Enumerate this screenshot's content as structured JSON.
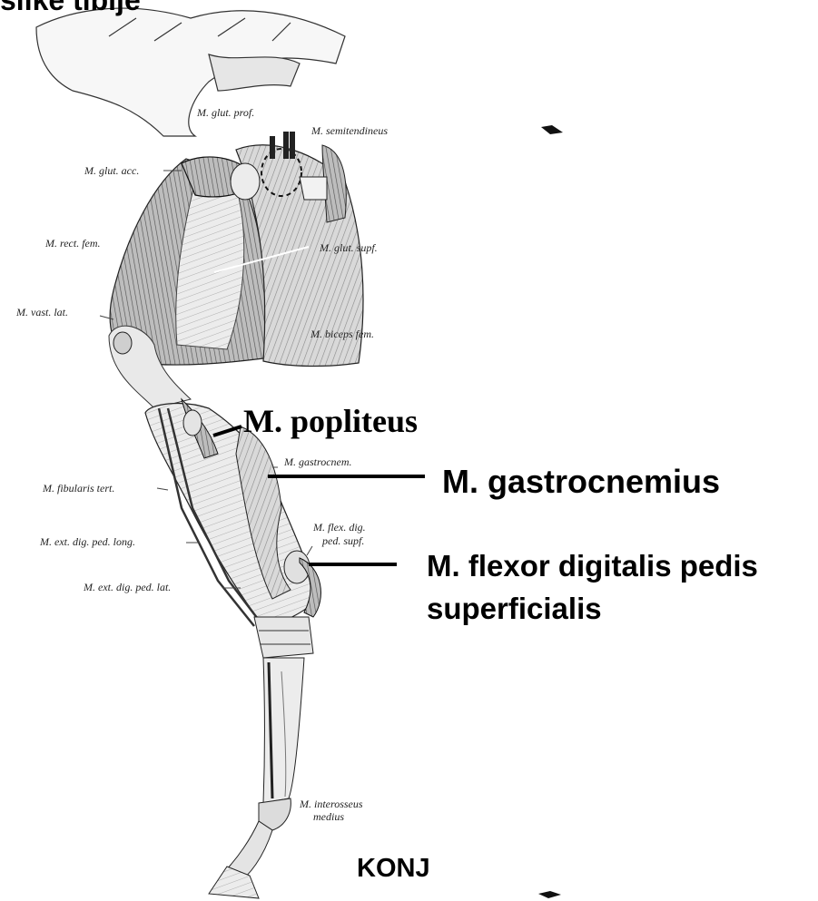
{
  "title_fragment": "slike tibije",
  "specimen_label": "KONJ",
  "highlight_labels": {
    "popliteus": "M. popliteus",
    "gastrocnemius": "M. gastrocnemius",
    "flexor_line1": "M. flexor digitalis pedis",
    "flexor_line2": "superficialis"
  },
  "figure_labels": {
    "glut_prof": "M. glut. prof.",
    "semitendineus": "M. semitendineus",
    "glut_acc": "M. glut. acc.",
    "rect_fem": "M. rect. fem.",
    "glut_supf": "M. glut. supf.",
    "vast_lat": "M. vast. lat.",
    "biceps_fem": "M. biceps fem.",
    "gastrocnem": "M. gastrocnem.",
    "fibularis_tert": "M. fibularis tert.",
    "flex_dig_1": "M. flex. dig.",
    "flex_dig_2": "ped. supf.",
    "ext_dig_long": "M. ext. dig. ped. long.",
    "ext_dig_lat": "M. ext. dig. ped. lat.",
    "interosseus_1": "M. interosseus",
    "interosseus_2": "medius"
  }
}
